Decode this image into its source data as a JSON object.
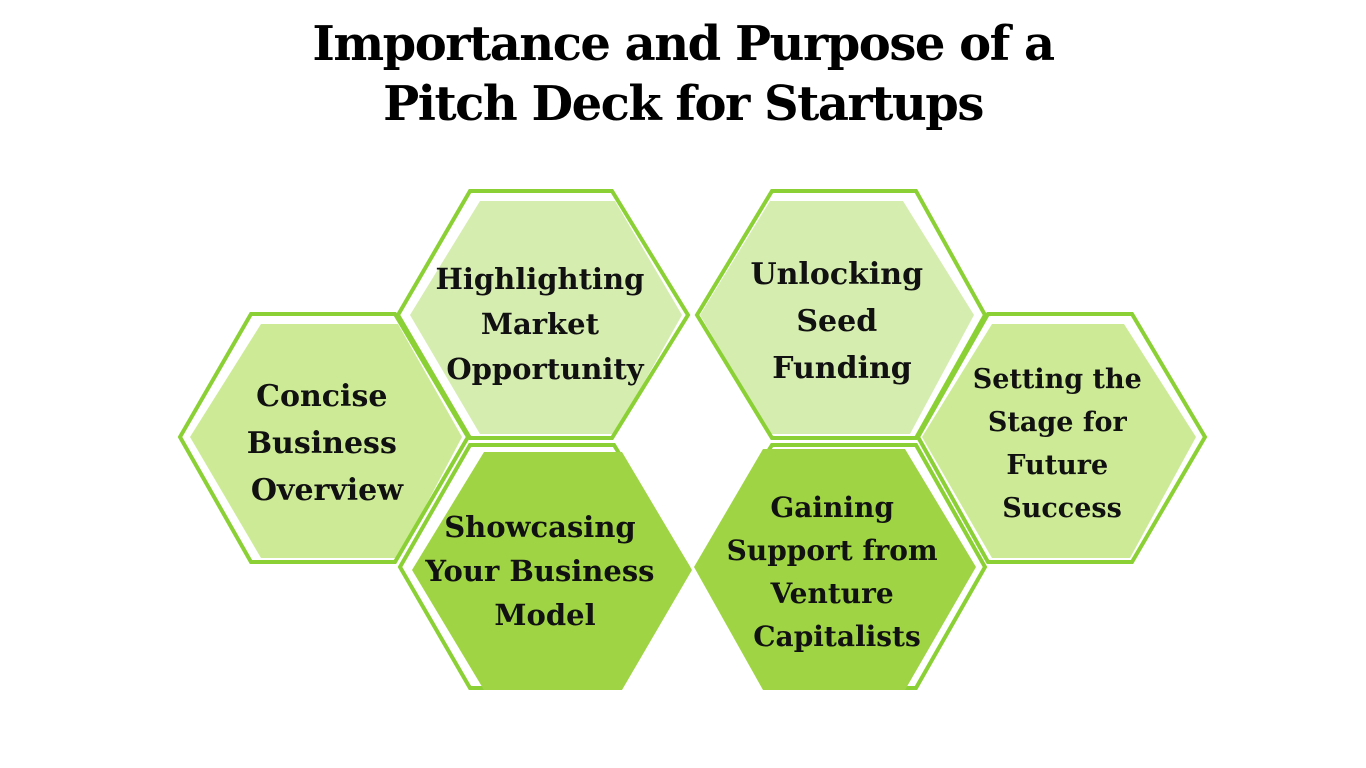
{
  "title": {
    "line1": "Importance and Purpose of a",
    "line2": "Pitch Deck for Startups"
  },
  "colors": {
    "outline": "#8bd135",
    "fill_light": "#cdeb96",
    "fill_pale": "#d6edb0",
    "fill_medium": "#9fd544",
    "text": "#111111"
  },
  "hexagons": [
    {
      "id": "concise",
      "lines": [
        "Concise",
        "Business",
        "Overview"
      ],
      "fill": "light"
    },
    {
      "id": "highlighting",
      "lines": [
        "Highlighting",
        "Market",
        "Opportunity"
      ],
      "fill": "pale"
    },
    {
      "id": "showcasing",
      "lines": [
        "Showcasing",
        "Your Business",
        "Model"
      ],
      "fill": "medium"
    },
    {
      "id": "unlocking",
      "lines": [
        "Unlocking",
        "Seed",
        "Funding"
      ],
      "fill": "pale"
    },
    {
      "id": "gaining",
      "lines": [
        "Gaining",
        "Support from",
        "Venture",
        "Capitalists"
      ],
      "fill": "medium"
    },
    {
      "id": "setting",
      "lines": [
        "Setting the",
        "Stage for",
        "Future",
        "Success"
      ],
      "fill": "light"
    }
  ]
}
